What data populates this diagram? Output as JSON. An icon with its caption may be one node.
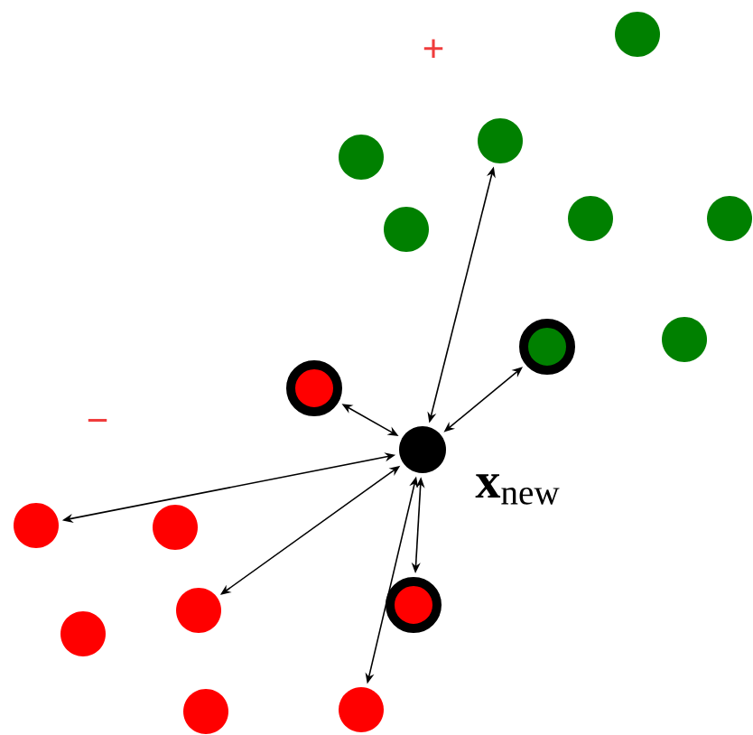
{
  "diagram": {
    "nodes": [
      {
        "text": [],
        "shape": "circle"
      },
      {
        "text": [],
        "shape": "circle"
      },
      {
        "text": [],
        "shape": "circle"
      },
      {
        "text": [],
        "shape": "circle"
      },
      {
        "text": [],
        "shape": "circle"
      },
      {
        "text": [],
        "shape": "circle"
      },
      {
        "text": [],
        "shape": "circle"
      },
      {
        "text": [],
        "shape": "circle"
      },
      {
        "text": [],
        "shape": "circle"
      },
      {
        "text": [],
        "shape": "circle",
        "beside": [
          "**x**$_{new}$"
        ]
      },
      {
        "text": [],
        "shape": "circle"
      },
      {
        "text": [],
        "shape": "circle"
      },
      {
        "text": [],
        "shape": "circle"
      },
      {
        "text": [],
        "shape": "circle"
      },
      {
        "text": [],
        "shape": "circle"
      },
      {
        "text": [],
        "shape": "circle"
      },
      {
        "text": [],
        "shape": "circle"
      }
    ],
    "edges": [
      {
        "from": 9,
        "to": 1,
        "arrow": "both"
      },
      {
        "from": 9,
        "to": 7,
        "arrow": "both"
      },
      {
        "from": 9,
        "to": 8,
        "arrow": "both"
      },
      {
        "from": 9,
        "to": 11,
        "arrow": "both"
      },
      {
        "from": 9,
        "to": 13,
        "arrow": "both"
      },
      {
        "from": 9,
        "to": 15,
        "arrow": "both"
      },
      {
        "from": 9,
        "to": 12,
        "arrow": "both"
      }
    ],
    "labels": [
      "+",
      "−"
    ]
  }
}
